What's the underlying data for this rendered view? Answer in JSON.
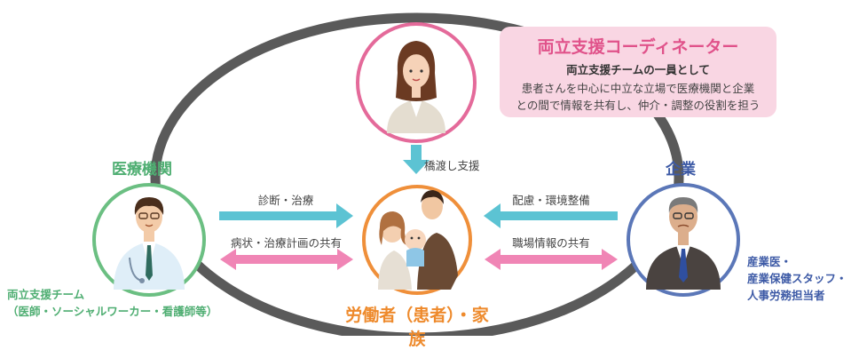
{
  "coordinator": {
    "title": "両立支援コーディネーター",
    "subtitle": "両立支援チームの一員として",
    "desc_line1": "患者さんを中心に中立な立場で医療機関と企業",
    "desc_line2": "との間で情報を共有し、仲介・調整の役割を担う"
  },
  "medical": {
    "title": "医療機関",
    "team_line1": "両立支援チーム",
    "team_line2": "（医師・ソーシャルワーカー・看護師等）"
  },
  "company": {
    "title": "企業",
    "staff_line1": "産業医・",
    "staff_line2": "産業保健スタッフ・",
    "staff_line3": "人事労務担当者"
  },
  "worker": {
    "title": "労働者（患者）・家族"
  },
  "arrows": {
    "bridge": "橋渡し支援",
    "diagnosis": "診断・治療",
    "sharing_left": "病状・治療計画の共有",
    "consideration": "配慮・環境整備",
    "sharing_right": "職場情報の共有"
  },
  "colors": {
    "ring": "#5a5a5a",
    "medical": "#6bbf82",
    "company": "#5b77b8",
    "worker": "#ef8f3a",
    "coordinator": "#e0528a",
    "arrow_blue": "#5cc3d3",
    "arrow_pink": "#f085b5"
  }
}
